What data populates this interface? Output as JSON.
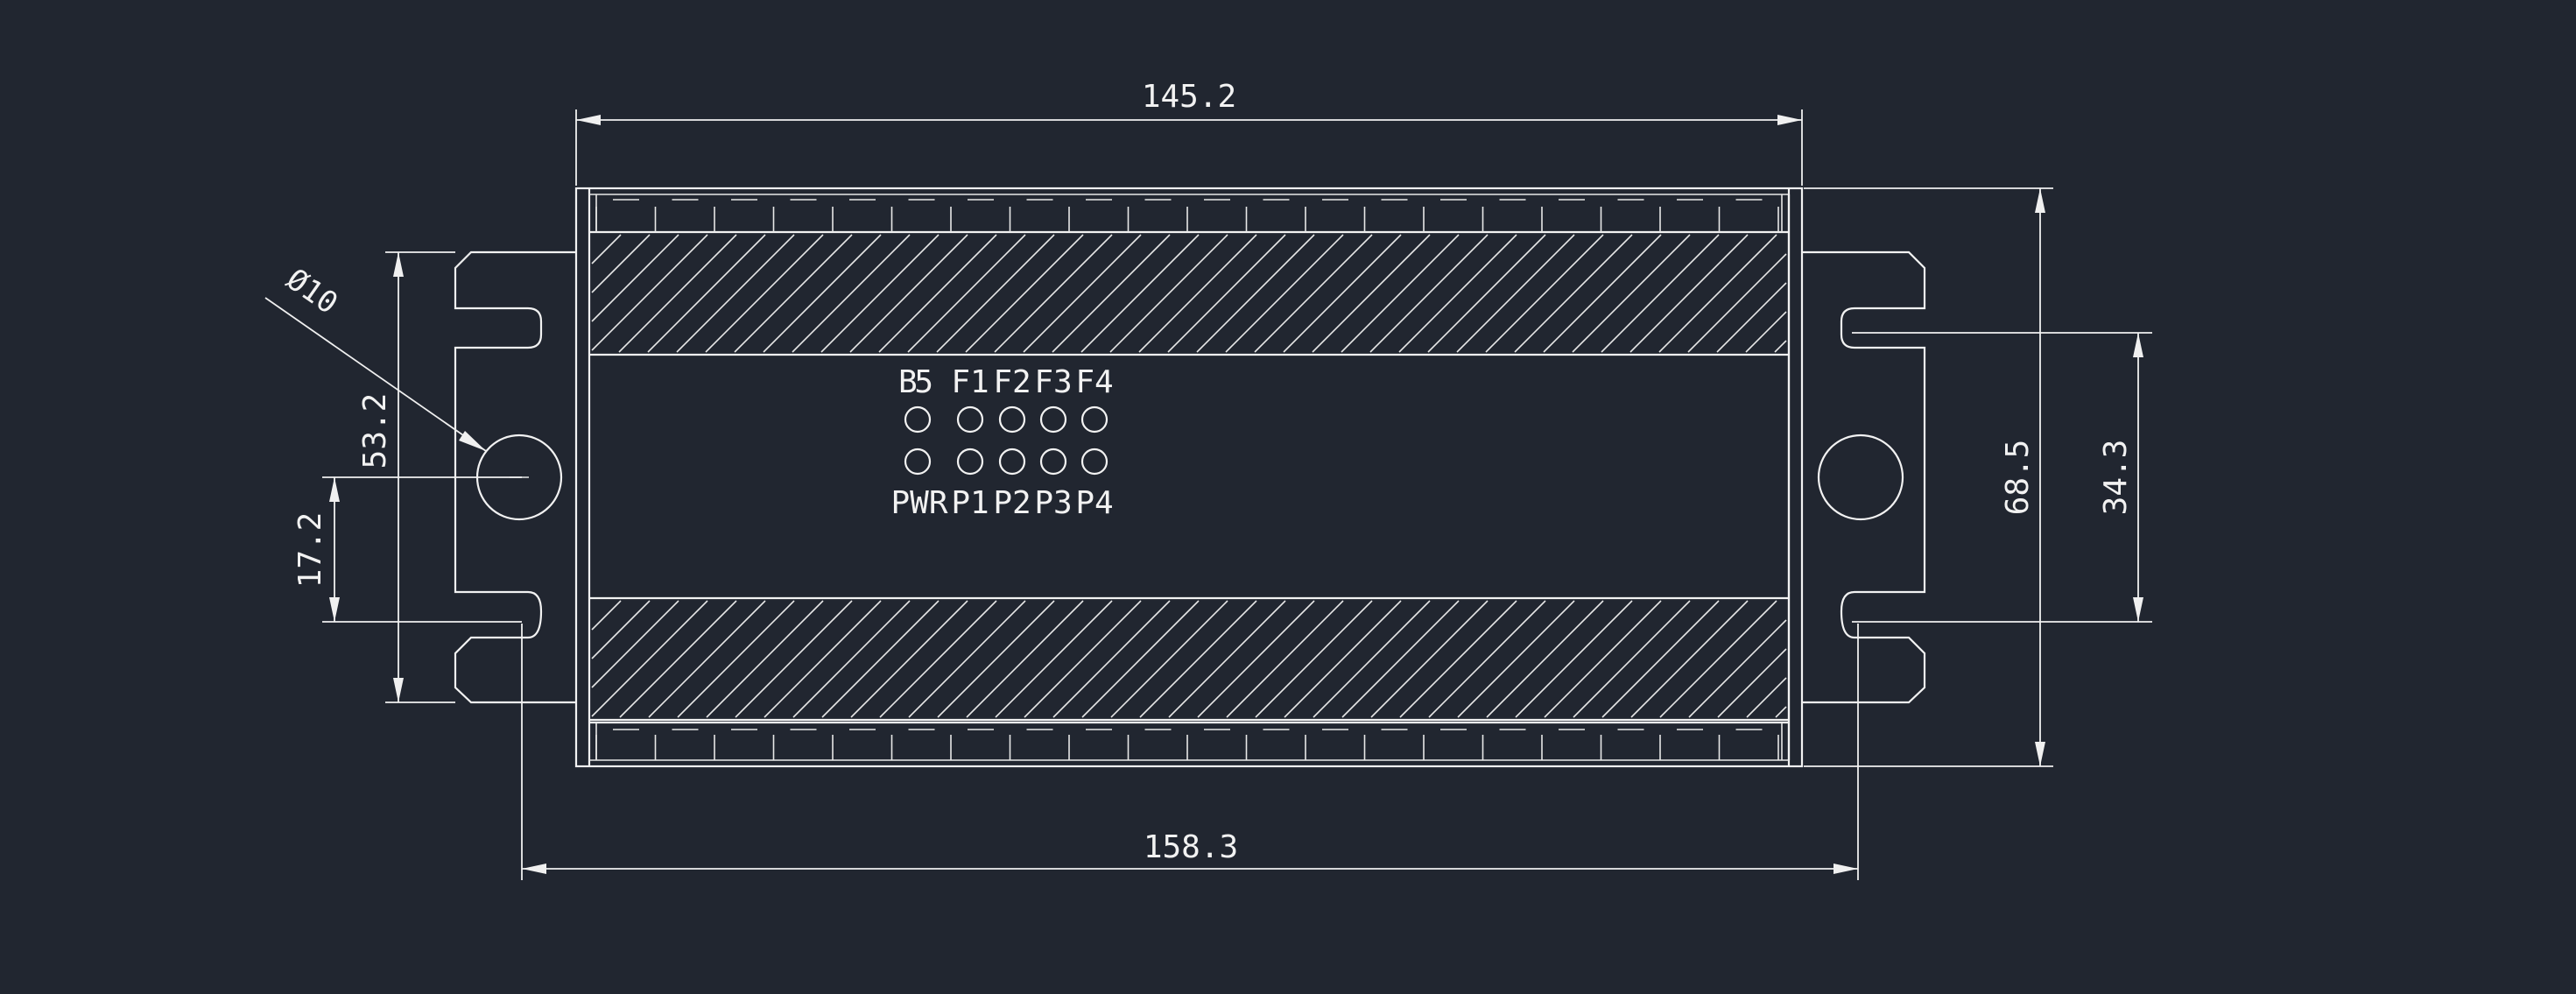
{
  "colors": {
    "background": "#212630",
    "lines": "#f2f2f2"
  },
  "dimensions": {
    "overall_width": "145.2",
    "mount_span": "158.3",
    "overall_height": "68.5",
    "slot_span": "34.3",
    "flange_height": "53.2",
    "hole_offset": "17.2",
    "hole_diameter": "Ø10"
  },
  "indicators": {
    "top_row": [
      "B5",
      "F1",
      "F2",
      "F3",
      "F4"
    ],
    "bottom_row": [
      "PWR",
      "P1",
      "P2",
      "P3",
      "P4"
    ]
  }
}
